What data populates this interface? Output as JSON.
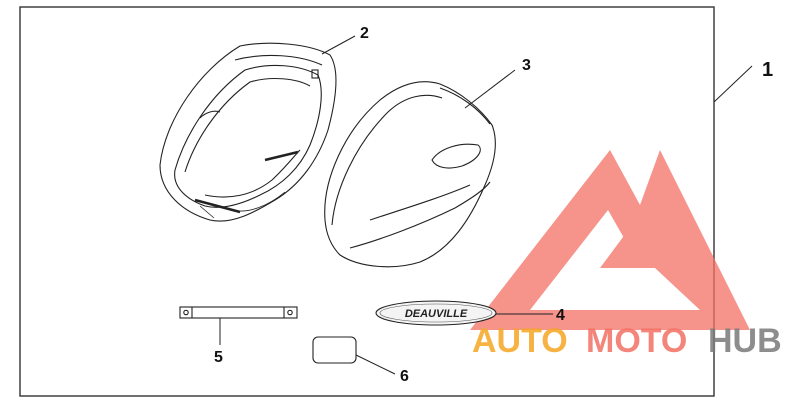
{
  "callouts": {
    "c1": "1",
    "c2": "2",
    "c3": "3",
    "c4": "4",
    "c5": "5",
    "c6": "6"
  },
  "emblem_text": "DEAUVILLE",
  "watermark": {
    "part1": "AUTO",
    "part2": "MOTO",
    "part3": "HUB",
    "color_red": "#f04a3e",
    "color_orange": "#f5a623",
    "color_gray": "#8a8a8a"
  }
}
